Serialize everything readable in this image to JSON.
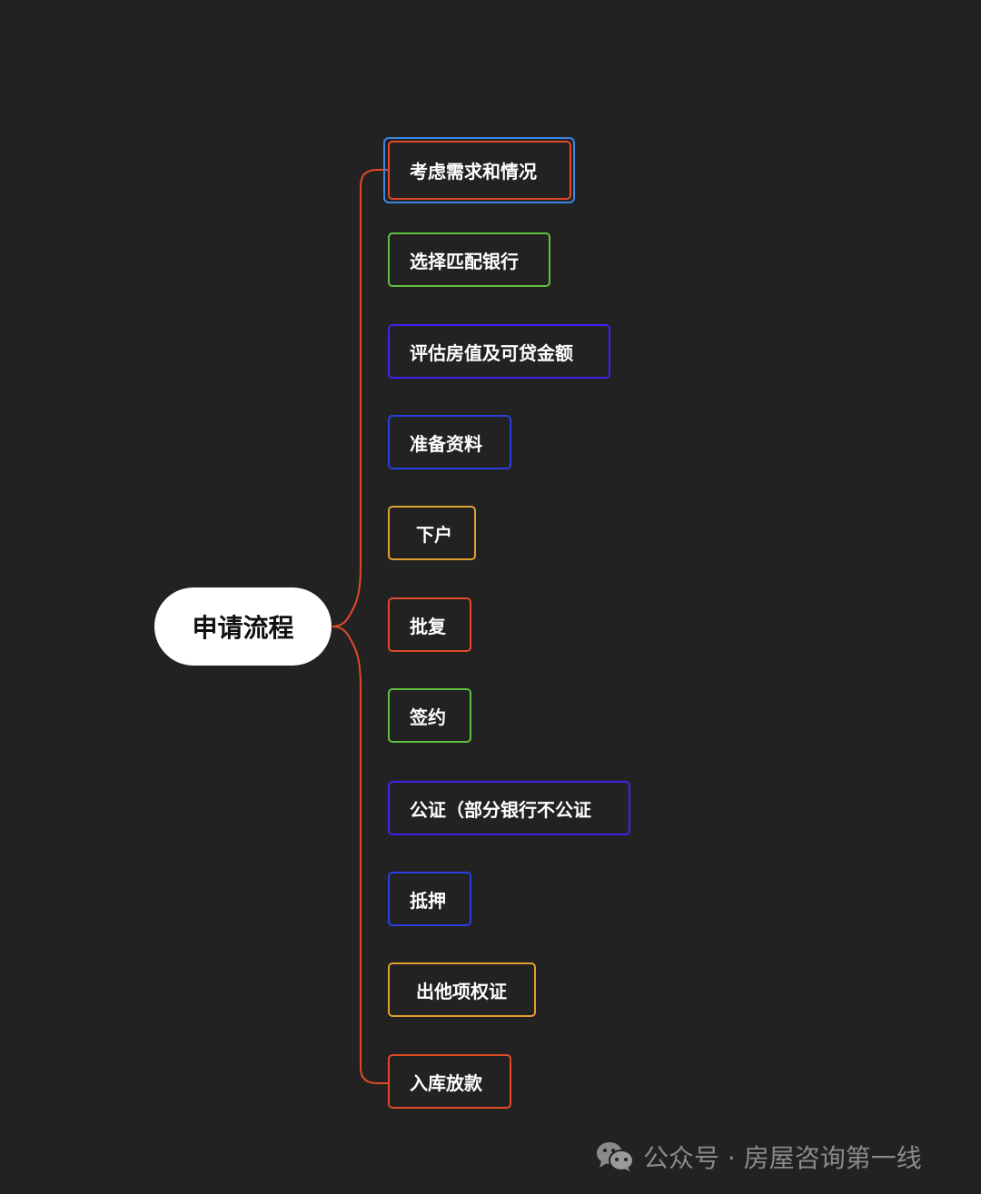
{
  "root": {
    "label": "申请流程"
  },
  "nodes": [
    {
      "label": "考虑需求和情况",
      "color": "#e04a2a",
      "selected": true
    },
    {
      "label": "选择匹配银行",
      "color": "#5fc23a"
    },
    {
      "label": "评估房值及可贷金额",
      "color": "#4a1ef0"
    },
    {
      "label": "准备资料",
      "color": "#2a3fe0"
    },
    {
      "label": "下户",
      "color": "#e0a030"
    },
    {
      "label": "批复",
      "color": "#e04a2a"
    },
    {
      "label": "签约",
      "color": "#5fc23a"
    },
    {
      "label": "公证（部分银行不公证",
      "color": "#4a1ef0"
    },
    {
      "label": "抵押",
      "color": "#2a3fe0"
    },
    {
      "label": "出他项权证",
      "color": "#e0a030"
    },
    {
      "label": "入库放款",
      "color": "#e04a2a"
    }
  ],
  "connector_color": "#e04a2a",
  "selection_color": "#3a86e8",
  "footer": {
    "icon": "wechat-icon",
    "text": "公众号 · 房屋咨询第一线"
  }
}
